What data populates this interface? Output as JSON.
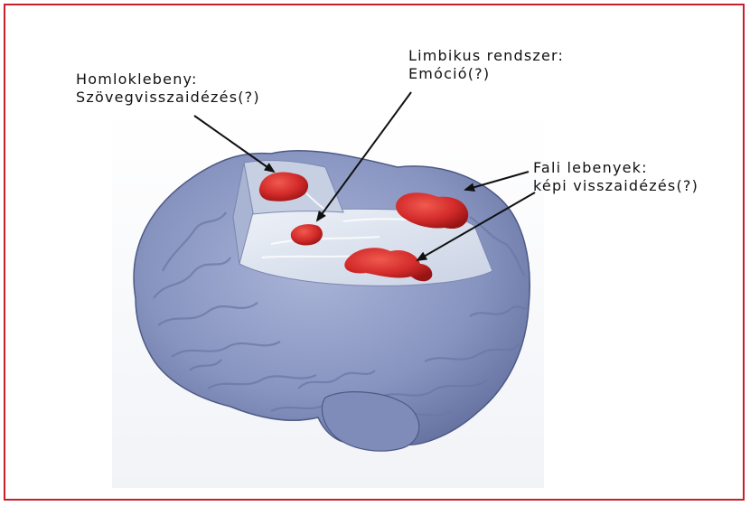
{
  "labels": {
    "frontal": {
      "line1": "Homloklebeny:",
      "line2": "Szövegvisszaidézés(?)"
    },
    "limbic": {
      "line1": "Limbikus rendszer:",
      "line2": "Emóció(?)"
    },
    "parietal": {
      "line1": "Fali lebenyek:",
      "line2": "képi visszaidézés(?)"
    }
  },
  "colors": {
    "border": "#c8202a",
    "brain": "#8e9ac4",
    "activation": "#d22a2a",
    "arrow": "#111111"
  }
}
